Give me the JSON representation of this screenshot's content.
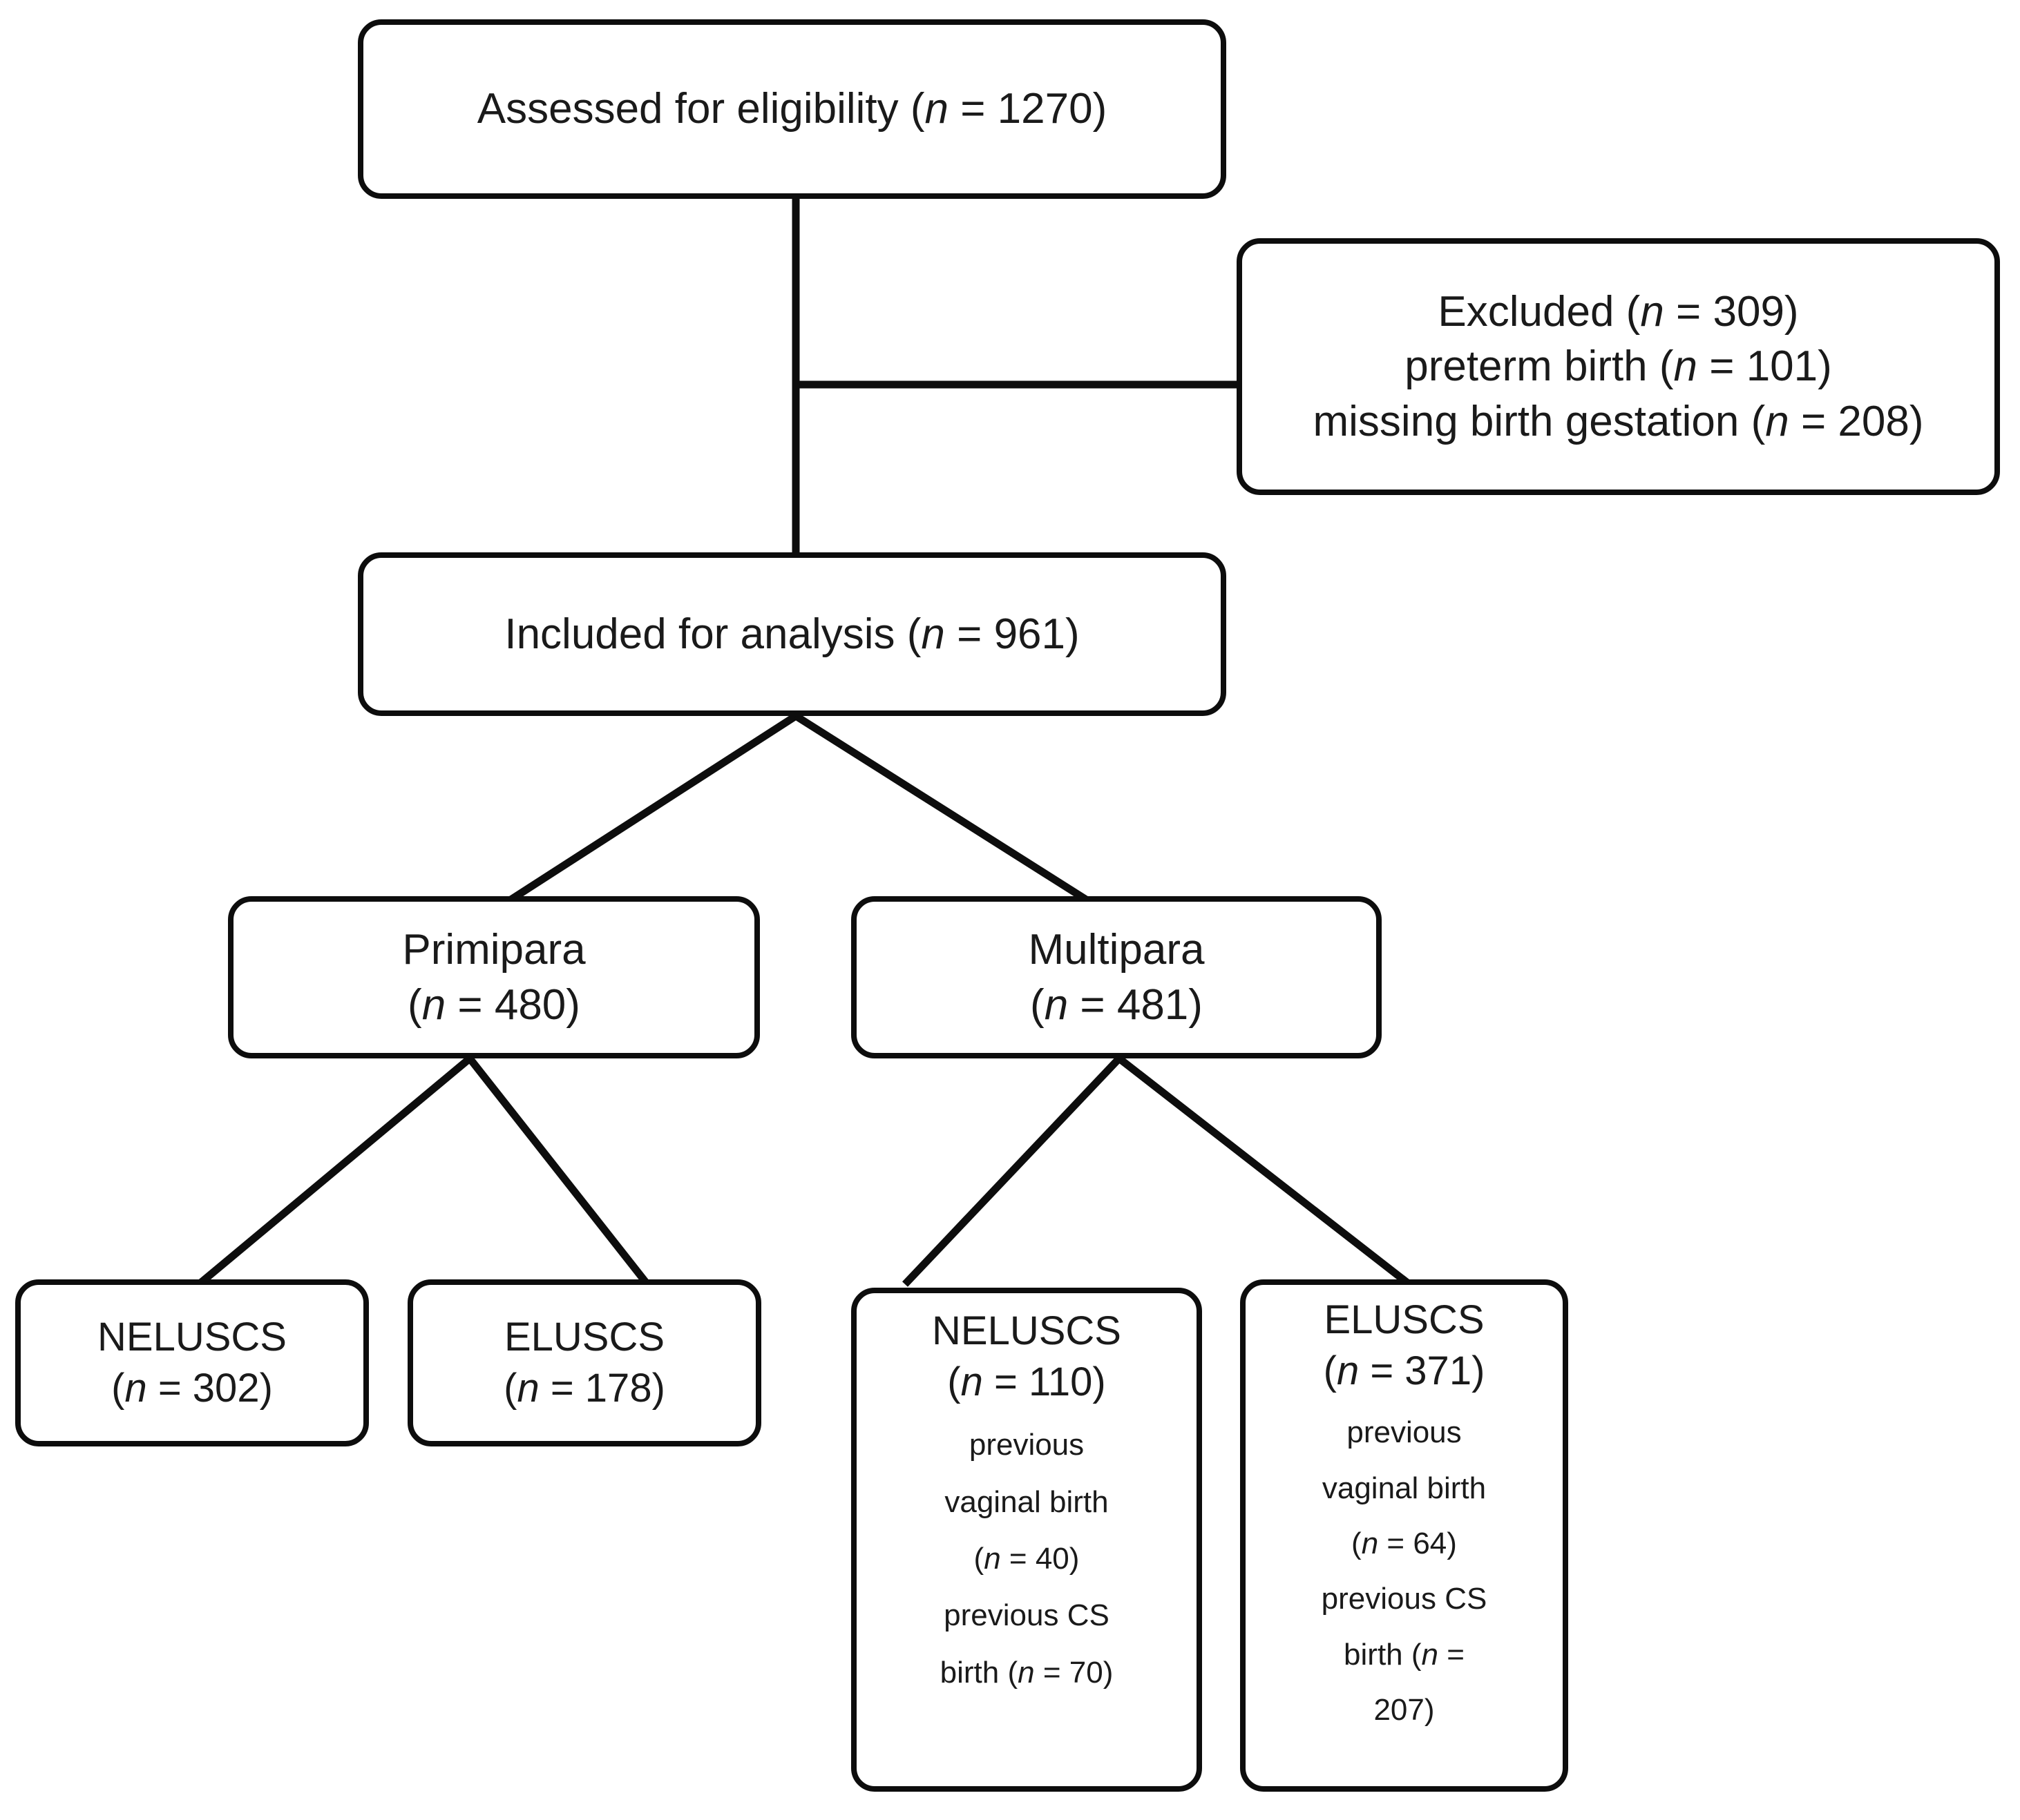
{
  "diagram": {
    "title": "CONSORT-style participant flow diagram",
    "stroke_color": "#0d0d0d",
    "background_color": "#ffffff",
    "text_color": "#1a1a1a"
  },
  "nodes": {
    "assessed": {
      "lines": [
        "Assessed for eligibility (n = 1270)"
      ],
      "label": "Assessed for eligibility",
      "n": "1270"
    },
    "excluded": {
      "lines": [
        "Excluded (n = 309)",
        "preterm birth (n = 101)",
        "missing birth gestation (n = 208)"
      ],
      "label": "Excluded",
      "n": "309"
    },
    "included": {
      "lines": [
        "Included for analysis (n  = 961)"
      ],
      "label": "Included for analysis",
      "n": "961"
    },
    "primipara": {
      "lines": [
        "Primipara",
        "(n  = 480)"
      ],
      "label": "Primipara",
      "n": "480"
    },
    "multipara": {
      "lines": [
        "Multipara",
        "(n  = 481)"
      ],
      "label": "Multipara",
      "n": "481"
    },
    "primi_neluscs": {
      "lines": [
        "NELUSCS",
        "(n = 302)"
      ],
      "label": "NELUSCS",
      "n": "302"
    },
    "primi_eluscs": {
      "lines": [
        "ELUSCS",
        "(n = 178)"
      ],
      "label": "ELUSCS",
      "n": "178"
    },
    "multi_neluscs": {
      "lines": [
        "NELUSCS",
        "(n = 110)",
        "previous",
        "vaginal birth",
        "(n = 40)",
        "previous CS",
        "birth (n = 70)"
      ],
      "label": "NELUSCS",
      "n": "110",
      "previous_vaginal_birth_n": "40",
      "previous_cs_birth_n": "70"
    },
    "multi_eluscs": {
      "lines": [
        "ELUSCS",
        "(n = 371)",
        "previous",
        "vaginal birth",
        "(n = 64)",
        "previous CS",
        "birth (n =",
        "207)"
      ],
      "label": "ELUSCS",
      "n": "371",
      "previous_vaginal_birth_n": "64",
      "previous_cs_birth_n": "207"
    }
  },
  "chart_data": {
    "type": "flow-diagram",
    "title": "Participant flow",
    "nodes": [
      {
        "id": "assessed",
        "label": "Assessed for eligibility",
        "n": 1270
      },
      {
        "id": "excluded",
        "label": "Excluded",
        "n": 309,
        "breakdown": [
          {
            "label": "preterm birth",
            "n": 101
          },
          {
            "label": "missing birth gestation",
            "n": 208
          }
        ]
      },
      {
        "id": "included",
        "label": "Included for analysis",
        "n": 961
      },
      {
        "id": "primipara",
        "label": "Primipara",
        "n": 480
      },
      {
        "id": "multipara",
        "label": "Multipara",
        "n": 481
      },
      {
        "id": "primi_neluscs",
        "label": "NELUSCS",
        "n": 302
      },
      {
        "id": "primi_eluscs",
        "label": "ELUSCS",
        "n": 178
      },
      {
        "id": "multi_neluscs",
        "label": "NELUSCS",
        "n": 110,
        "breakdown": [
          {
            "label": "previous vaginal birth",
            "n": 40
          },
          {
            "label": "previous CS birth",
            "n": 70
          }
        ]
      },
      {
        "id": "multi_eluscs",
        "label": "ELUSCS",
        "n": 371,
        "breakdown": [
          {
            "label": "previous vaginal birth",
            "n": 64
          },
          {
            "label": "previous CS birth",
            "n": 207
          }
        ]
      }
    ],
    "edges": [
      {
        "from": "assessed",
        "to": "excluded"
      },
      {
        "from": "assessed",
        "to": "included"
      },
      {
        "from": "included",
        "to": "primipara"
      },
      {
        "from": "included",
        "to": "multipara"
      },
      {
        "from": "primipara",
        "to": "primi_neluscs"
      },
      {
        "from": "primipara",
        "to": "primi_eluscs"
      },
      {
        "from": "multipara",
        "to": "multi_neluscs"
      },
      {
        "from": "multipara",
        "to": "multi_eluscs"
      }
    ]
  }
}
